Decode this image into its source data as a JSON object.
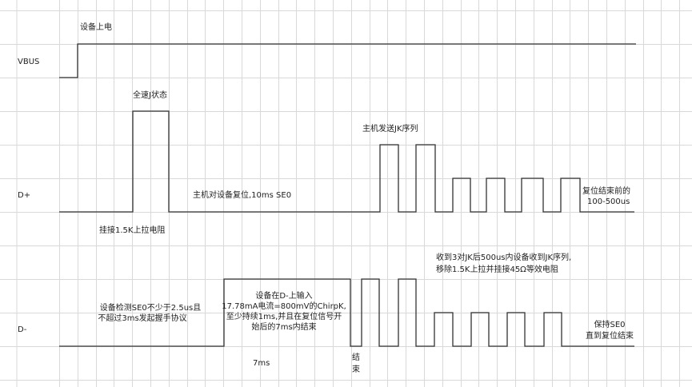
{
  "signals": {
    "vbus": "VBUS",
    "dplus": "D+",
    "dminus": "D-"
  },
  "annotations": {
    "power_on": "设备上电",
    "fullspeed_j": "全速J状态",
    "pullup": "挂接1.5K上拉电阻",
    "host_reset": "主机对设备复位,10ms SE0",
    "host_jk": "主机发送JK序列",
    "before_reset_end_1": "复位结束前的",
    "before_reset_end_2": "100-500us",
    "device_recv_1": "收到3对JK后500us内设备收到JK序列,",
    "device_recv_2": "移除1.5K上拉并挂接45Ω等效电阻",
    "detect_se0_1": "设备检测SE0不少于2.5us且",
    "detect_se0_2": "不超过3ms发起握手协议",
    "chirpk_1": "设备在D-上输入",
    "chirpk_2": "17.78mA电流=800mV的ChirpK,",
    "chirpk_3": "至少持续1ms,并且在复位信号开",
    "chirpk_4": "始后的7ms内结束",
    "end_1": "结",
    "end_2": "束",
    "seven_ms": "7ms",
    "hold_se0_1": "保持SE0",
    "hold_se0_2": "直到复位结束"
  },
  "colors": {
    "grid": "#d9d9d9",
    "wave": "#333333"
  }
}
